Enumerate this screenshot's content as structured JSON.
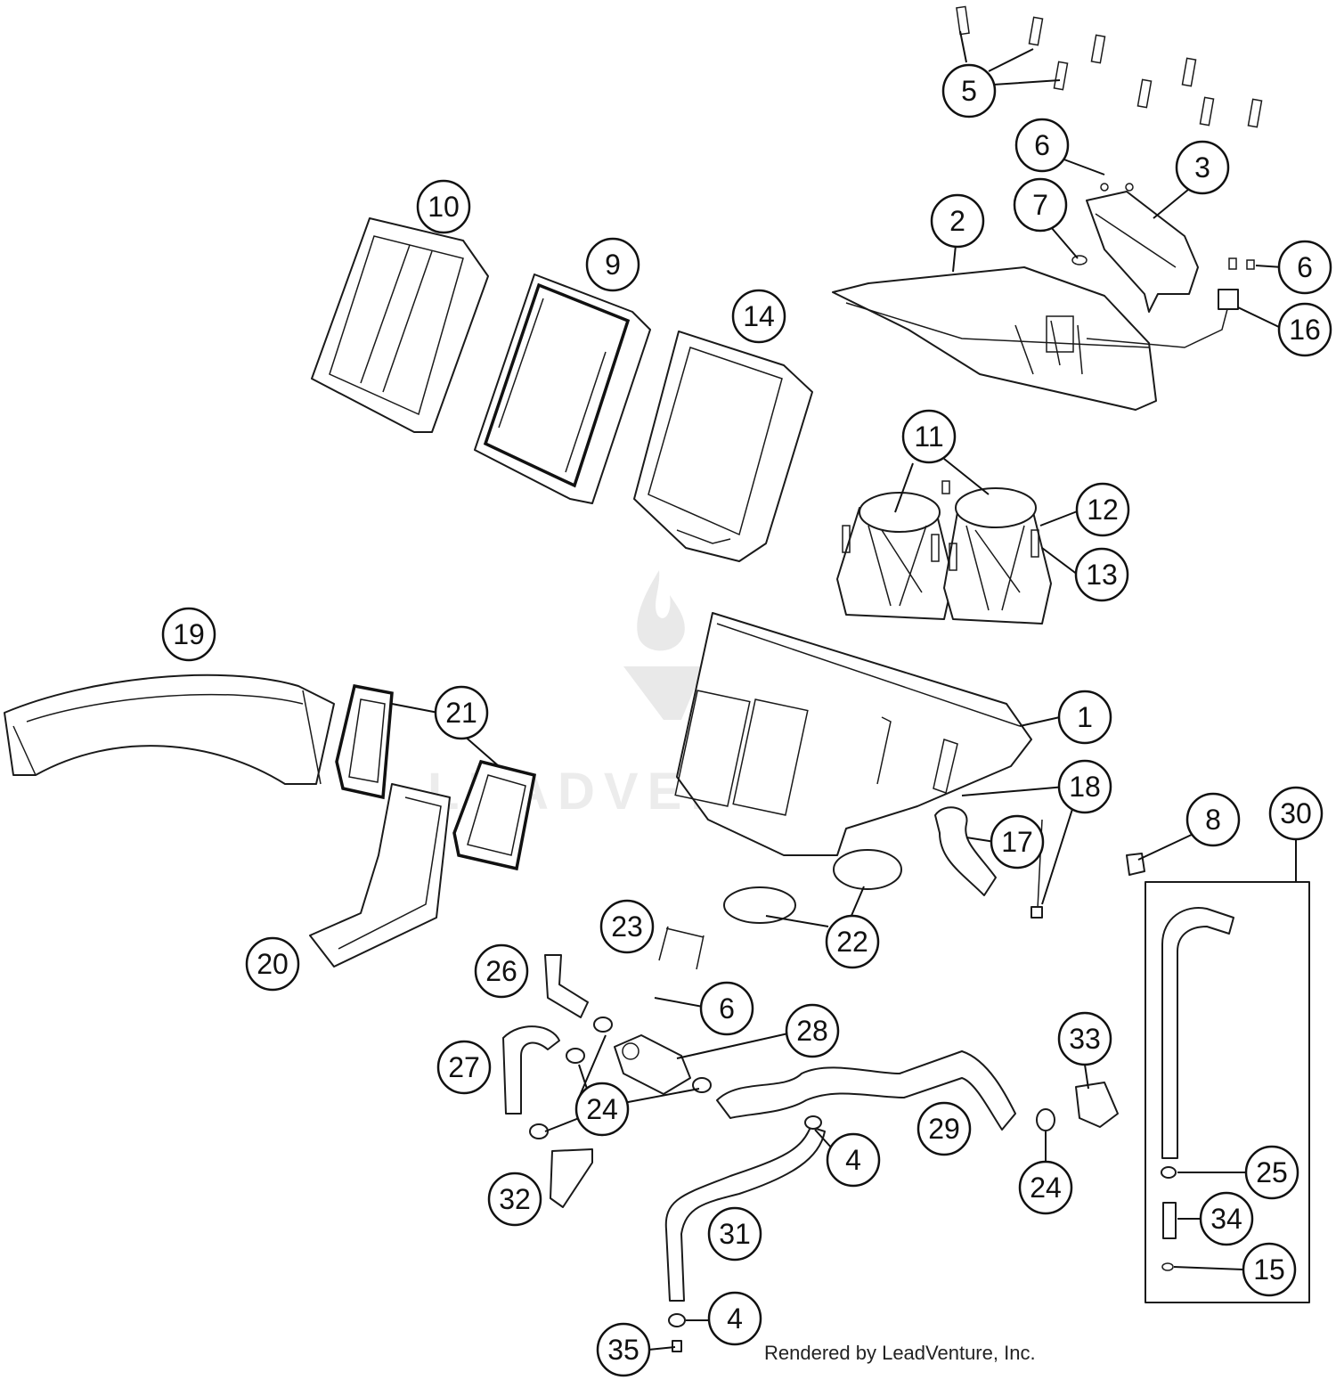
{
  "credit": "Rendered by LeadVenture, Inc.",
  "watermark_text": "LEADVENTURE",
  "callouts": {
    "c1": "1",
    "c2": "2",
    "c3": "3",
    "c4a": "4",
    "c4b": "4",
    "c5": "5",
    "c6a": "6",
    "c6b": "6",
    "c6c": "6",
    "c7": "7",
    "c8": "8",
    "c9": "9",
    "c10": "10",
    "c11": "11",
    "c12": "12",
    "c13": "13",
    "c14": "14",
    "c15": "15",
    "c16": "16",
    "c17": "17",
    "c18": "18",
    "c19": "19",
    "c20": "20",
    "c21": "21",
    "c22": "22",
    "c23": "23",
    "c24a": "24",
    "c24b": "24",
    "c25": "25",
    "c26": "26",
    "c27": "27",
    "c28": "28",
    "c29": "29",
    "c30": "30",
    "c31": "31",
    "c32": "32",
    "c33": "33",
    "c34": "34",
    "c35": "35"
  }
}
